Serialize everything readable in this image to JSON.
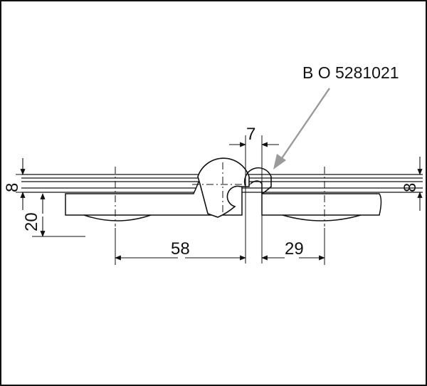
{
  "drawing": {
    "part_code": "B O 5281021",
    "dimensions": {
      "gap": "7",
      "plate_thickness_left": "8",
      "plate_thickness_right": "8",
      "body_height": "20",
      "left_offset": "58",
      "right_offset": "29"
    },
    "line_color": "#111111",
    "leader_color": "#9a9a9a"
  }
}
